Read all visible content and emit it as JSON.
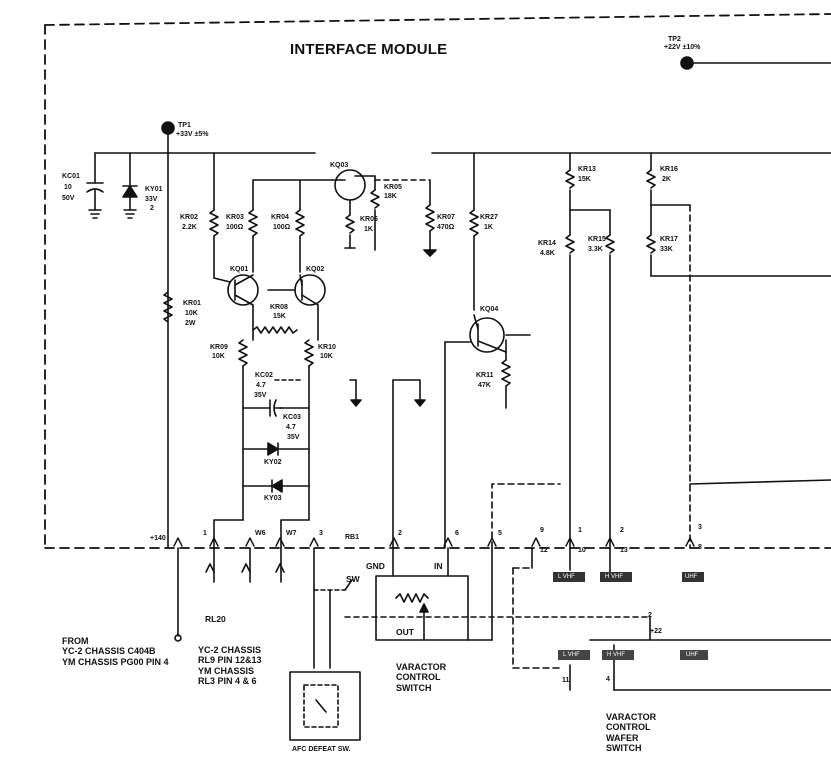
{
  "title": "INTERFACE MODULE",
  "test_points": {
    "tp1": {
      "name": "TP1",
      "value": "+33V ±5%"
    },
    "tp2": {
      "name": "TP2",
      "value": "+22V ±10%"
    }
  },
  "capacitors": [
    {
      "ref": "KC01",
      "value": "10",
      "voltage": "50V"
    },
    {
      "ref": "KC02",
      "value": "4.7",
      "voltage": "35V"
    },
    {
      "ref": "KC03",
      "value": "4.7",
      "voltage": "35V"
    }
  ],
  "zener": {
    "ref": "KY01",
    "value": "33V",
    "rating": "2"
  },
  "diodes": [
    {
      "ref": "KY02"
    },
    {
      "ref": "KY03"
    }
  ],
  "transistors": [
    {
      "ref": "KQ01"
    },
    {
      "ref": "KQ02"
    },
    {
      "ref": "KQ03"
    },
    {
      "ref": "KQ04"
    }
  ],
  "resistors": [
    {
      "ref": "KR01",
      "value": "10K",
      "rating": "2W"
    },
    {
      "ref": "KR02",
      "value": "2.2K"
    },
    {
      "ref": "KR03",
      "value": "100Ω"
    },
    {
      "ref": "KR04",
      "value": "100Ω"
    },
    {
      "ref": "KR05",
      "value": "18K"
    },
    {
      "ref": "KR06",
      "value": "1K"
    },
    {
      "ref": "KR07",
      "value": "470Ω"
    },
    {
      "ref": "KR08",
      "value": "15K"
    },
    {
      "ref": "KR09",
      "value": "10K"
    },
    {
      "ref": "KR10",
      "value": "10K"
    },
    {
      "ref": "KR11",
      "value": "47K"
    },
    {
      "ref": "KR13",
      "value": "15K"
    },
    {
      "ref": "KR14",
      "value": "4.8K"
    },
    {
      "ref": "KR15",
      "value": "3.3K"
    },
    {
      "ref": "KR16",
      "value": "2K"
    },
    {
      "ref": "KR17",
      "value": "33K"
    },
    {
      "ref": "KR27",
      "value": "1K"
    }
  ],
  "pins": [
    "+140",
    "1",
    "W6",
    "W7",
    "3",
    "RB1",
    "2",
    "6",
    "5",
    "9",
    "1",
    "2",
    "3"
  ],
  "pin_subs": [
    "12",
    "10",
    "13",
    "8"
  ],
  "labels": {
    "rl20": "RL20",
    "sw": "SW",
    "gnd": "GND",
    "in": "IN",
    "out": "OUT",
    "from_block": "FROM\nYC-2 CHASSIS C404B\nYM CHASSIS PG00 PIN 4",
    "rl_block": "YC-2 CHASSIS\nRL9 PIN 12&13\nYM CHASSIS\nRL3 PIN 4 & 6",
    "varactor_switch": "VARACTOR\nCONTROL\nSWITCH",
    "wafer_switch": "VARACTOR\nCONTROL\nWAFER\nSWITCH",
    "afc_defeat": "AFC DEFEAT SW.",
    "plus22": "+22",
    "n2": "2",
    "n11": "11",
    "n4": "4"
  },
  "chips": [
    "L VHF",
    "H VHF",
    "UHF",
    "L VHF",
    "H VHF",
    "UHF"
  ]
}
